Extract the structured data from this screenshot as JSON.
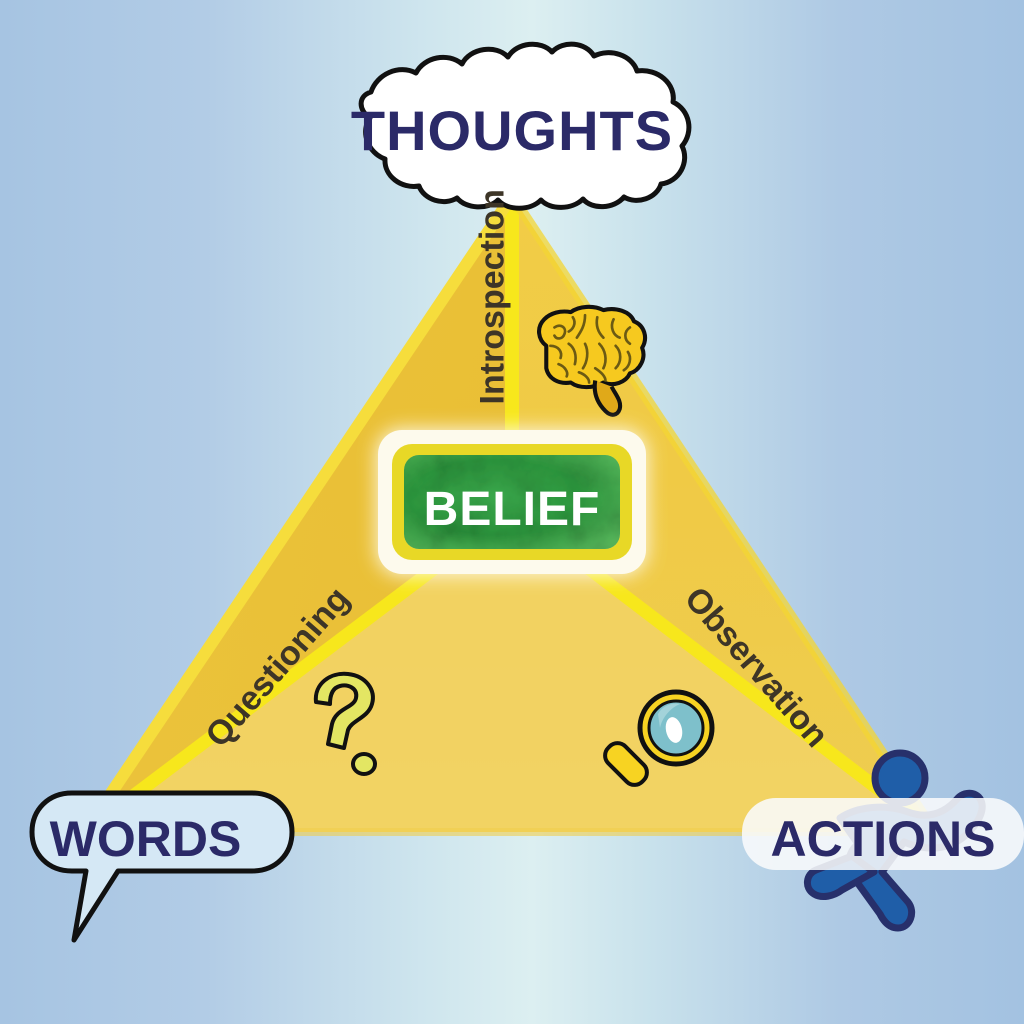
{
  "diagram": {
    "title": "Belief formation triangle",
    "background": {
      "edge_color": "#a9c6e3",
      "center_color": "#d6ecef"
    },
    "center_node": {
      "label": "BELIEF",
      "fill_color": "#2f9e41",
      "text_color": "#ffffff",
      "border_color": "#e6d32a",
      "outer_border_color": "#fbf7e4"
    },
    "triangle": {
      "fill_top_color": "#f4d14e",
      "fill_bottom_color": "#f0cf55",
      "left_face_color": "#e9c23f",
      "ray_color": "#f5e518"
    },
    "vertices": [
      {
        "id": "thoughts",
        "label": "THOUGHTS",
        "shape": "cloud",
        "fill_color": "#ffffff",
        "text_color": "#2b2a68"
      },
      {
        "id": "words",
        "label": "WORDS",
        "shape": "speech-bubble",
        "fill_color": "#d5e8f5",
        "text_color": "#2b2a68"
      },
      {
        "id": "actions",
        "label": "ACTIONS",
        "shape": "rounded-banner",
        "fill_color": "#f7f8fb",
        "text_color": "#2b2a68"
      }
    ],
    "edges": [
      {
        "id": "introspection",
        "label": "Introspection",
        "connects": [
          "belief",
          "thoughts"
        ],
        "icon": "brain-icon",
        "text_color": "#3d3527"
      },
      {
        "id": "questioning",
        "label": "Questioning",
        "connects": [
          "belief",
          "words"
        ],
        "icon": "question-mark-icon",
        "text_color": "#3d3527"
      },
      {
        "id": "observation",
        "label": "Observation",
        "connects": [
          "belief",
          "actions"
        ],
        "icon": "magnifying-glass-icon",
        "text_color": "#3d3527"
      }
    ],
    "icons": [
      {
        "id": "brain-icon",
        "fill_color": "#f5c518",
        "outline_color": "#111111"
      },
      {
        "id": "question-mark-icon",
        "fill_color": "#e2e55a",
        "outline_color": "#111111"
      },
      {
        "id": "magnifying-glass-icon",
        "rim_color": "#f5c518",
        "lens_color": "#78bdc9",
        "outline_color": "#111111"
      },
      {
        "id": "running-person-icon",
        "fill_color": "#1f5ea8",
        "outline_color": "#27306b"
      }
    ]
  }
}
